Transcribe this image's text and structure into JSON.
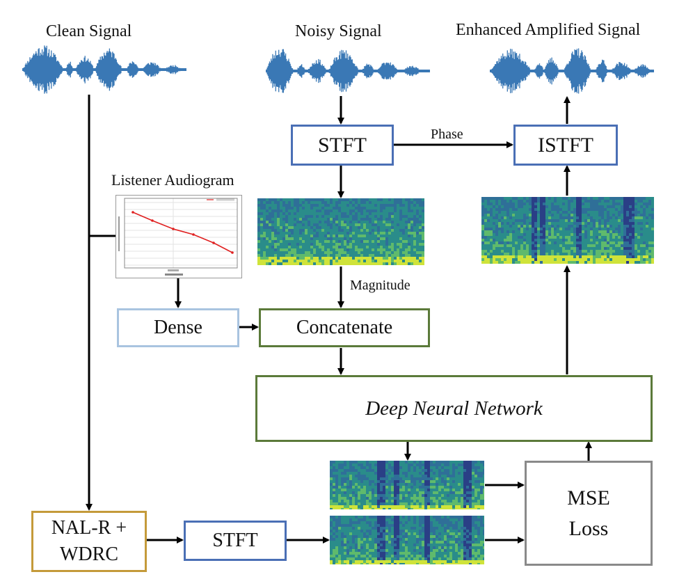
{
  "labels": {
    "clean_signal": "Clean Signal",
    "noisy_signal": "Noisy Signal",
    "enhanced_signal": "Enhanced Amplified Signal",
    "listener_audiogram": "Listener Audiogram",
    "phase": "Phase",
    "magnitude": "Magnitude"
  },
  "boxes": {
    "stft_top": "STFT",
    "istft": "ISTFT",
    "dense": "Dense",
    "concatenate": "Concatenate",
    "dnn": "Deep Neural Network",
    "nalr_line1": "NAL-R +",
    "nalr_line2": "WDRC",
    "stft_bottom": "STFT",
    "mse_line1": "MSE",
    "mse_line2": "Loss"
  },
  "colors": {
    "wave": "#3a78b5",
    "arrow": "#000000",
    "spec_dark": "#2a3f86",
    "spec_mid": "#2a8c8a",
    "spec_light": "#cfe33a"
  }
}
